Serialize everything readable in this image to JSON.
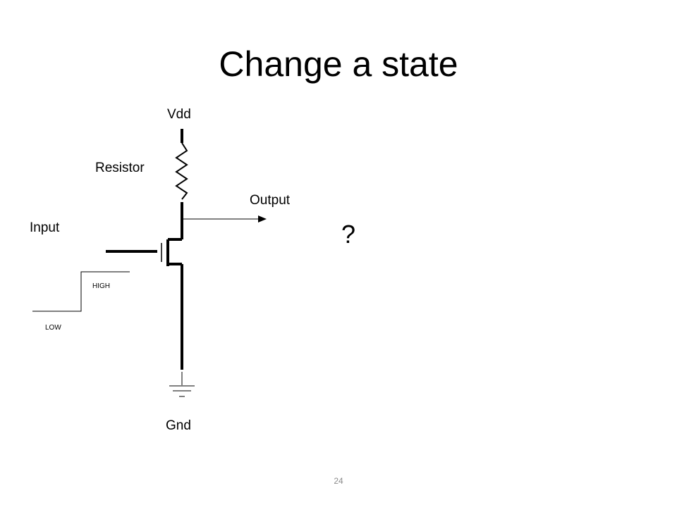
{
  "slide": {
    "title": "Change a state",
    "page_number": "24"
  },
  "circuit": {
    "vdd_label": "Vdd",
    "resistor_label": "Resistor",
    "output_label": "Output",
    "input_label": "Input",
    "gnd_label": "Gnd",
    "question_mark": "?"
  },
  "input_signal": {
    "high_label": "HIGH",
    "low_label": "LOW"
  },
  "icons": {
    "resistor": "resistor-icon",
    "transistor": "nmos-transistor-icon",
    "ground": "ground-icon",
    "output_arrow": "arrow-right-icon",
    "step_signal": "step-waveform-icon"
  },
  "colors": {
    "ink": "#000000",
    "page_number": "#8a8a8a",
    "background": "#ffffff"
  }
}
